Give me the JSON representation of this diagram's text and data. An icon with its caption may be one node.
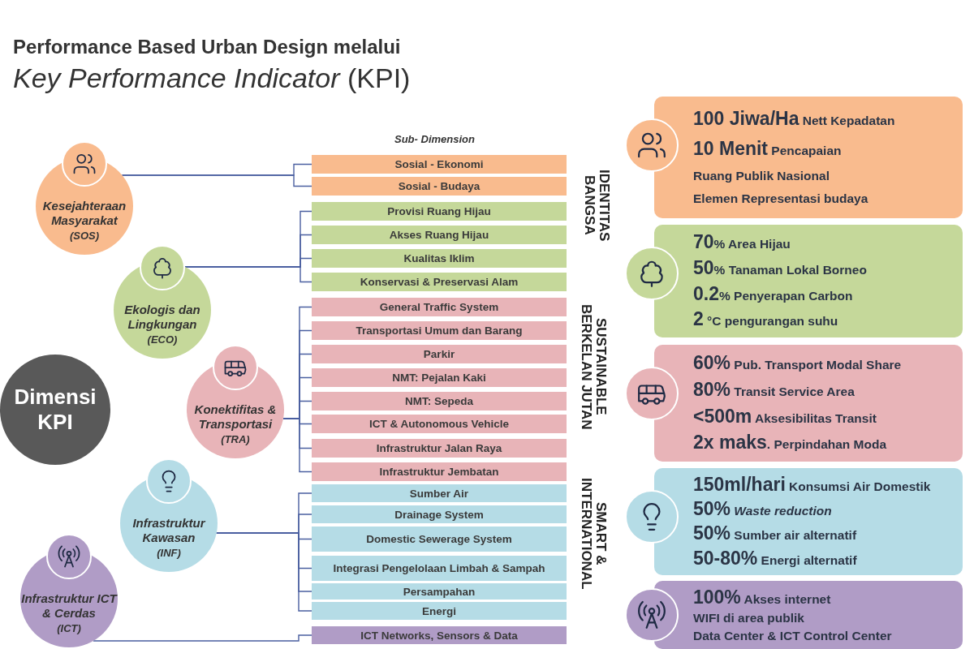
{
  "diagram": {
    "title": "**Performance Based Urban Design melalui** *Key Performance Indicator* (KPI)",
    "nodes": [
      {
        "text": [
          "Dimensi KPI"
        ]
      },
      {
        "text": [
          "Kesejahteraan Masyarakat",
          "(SOS)"
        ]
      },
      {
        "text": [
          "Ekologis dan Lingkungan",
          "(ECO)"
        ]
      },
      {
        "text": [
          "Konektifitas & Transportasi",
          "(TRA)"
        ]
      },
      {
        "text": [
          "Infrastruktur Kawasan",
          "(INF)"
        ]
      },
      {
        "text": [
          "Infrastruktur ICT & Cerdas",
          "(ICT)"
        ]
      },
      {
        "text": [
          "Sosial - Ekonomi"
        ]
      },
      {
        "text": [
          "Sosial - Budaya"
        ]
      },
      {
        "text": [
          "Provisi Ruang Hijau"
        ]
      },
      {
        "text": [
          "Akses Ruang Hijau"
        ]
      },
      {
        "text": [
          "Kualitas Iklim"
        ]
      },
      {
        "text": [
          "Konservasi & Preservasi Alam"
        ]
      },
      {
        "text": [
          "General Traffic System"
        ]
      },
      {
        "text": [
          "Transportasi Umum dan Barang"
        ]
      },
      {
        "text": [
          "Parkir"
        ]
      },
      {
        "text": [
          "NMT: Pejalan Kaki"
        ]
      },
      {
        "text": [
          "NMT: Sepeda"
        ]
      },
      {
        "text": [
          "ICT & Autonomous Vehicle"
        ]
      },
      {
        "text": [
          "Infrastruktur Jalan Raya"
        ]
      },
      {
        "text": [
          "Infrastruktur Jembatan"
        ]
      },
      {
        "text": [
          "Sumber Air"
        ]
      },
      {
        "text": [
          "Drainage System"
        ]
      },
      {
        "text": [
          "Domestic Sewerage System"
        ]
      },
      {
        "text": [
          "Integrasi Pengelolaan Limbah & Sampah"
        ]
      },
      {
        "text": [
          "Persampahan"
        ]
      },
      {
        "text": [
          "Energi"
        ]
      },
      {
        "text": [
          "ICT Networks, Sensors & Data"
        ]
      },
      {
        "text": [
          "**100 Jiwa/Ha** Nett Kepadatan",
          "**10 Menit** Pencapaian",
          "Ruang Publik Nasional",
          "Elemen Representasi budaya"
        ]
      },
      {
        "text": [
          "**70**% Area Hijau",
          "**50**% Tanaman Lokal Borneo",
          "**0.2**% Penyerapan Carbon",
          "**2** °C pengurangan suhu"
        ]
      },
      {
        "text": [
          "**60%** Pub. Transport Modal Share",
          "**80%** Transit Service Area",
          "**<500m** Aksesibilitas Transit",
          "**2x maks**. Perpindahan Moda"
        ]
      },
      {
        "text": [
          "**150ml/hari** Konsumsi Air Domestik",
          "**50%** *Waste reduction*",
          "**50%** Sumber air alternatif",
          "**50-80%** Energi alternatif"
        ]
      },
      {
        "text": [
          "**100%** Akses internet",
          "WIFI di area publik",
          "Data Center & ICT Control Center"
        ]
      }
    ],
    "edges": [
      {
        "from": 1,
        "to": 6,
        "arrow": "none"
      },
      {
        "from": 1,
        "to": 7,
        "arrow": "none"
      },
      {
        "from": 2,
        "to": 8,
        "arrow": "none"
      },
      {
        "from": 2,
        "to": 9,
        "arrow": "none"
      },
      {
        "from": 2,
        "to": 10,
        "arrow": "none"
      },
      {
        "from": 2,
        "to": 11,
        "arrow": "none"
      },
      {
        "from": 3,
        "to": 12,
        "arrow": "none"
      },
      {
        "from": 3,
        "to": 13,
        "arrow": "none"
      },
      {
        "from": 3,
        "to": 14,
        "arrow": "none"
      },
      {
        "from": 3,
        "to": 15,
        "arrow": "none"
      },
      {
        "from": 3,
        "to": 16,
        "arrow": "none"
      },
      {
        "from": 3,
        "to": 17,
        "arrow": "none"
      },
      {
        "from": 3,
        "to": 18,
        "arrow": "none"
      },
      {
        "from": 3,
        "to": 19,
        "arrow": "none"
      },
      {
        "from": 4,
        "to": 20,
        "arrow": "none"
      },
      {
        "from": 4,
        "to": 21,
        "arrow": "none"
      },
      {
        "from": 4,
        "to": 22,
        "arrow": "none"
      },
      {
        "from": 4,
        "to": 23,
        "arrow": "none"
      },
      {
        "from": 4,
        "to": 24,
        "arrow": "none"
      },
      {
        "from": 4,
        "to": 25,
        "arrow": "none"
      },
      {
        "from": 5,
        "to": 26,
        "arrow": "none"
      }
    ],
    "labels": [
      "Sub- Dimension",
      "IDENTITAS BANGSA",
      "SUSTAINABLE BERKELAN JUTAN",
      "SMART & INTERNATIONAL"
    ]
  }
}
